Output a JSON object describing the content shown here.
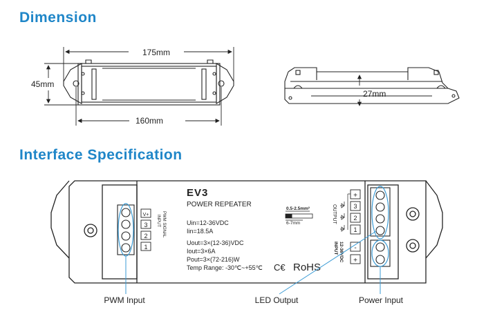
{
  "headings": {
    "dimension": "Dimension",
    "interface": "Interface Specification"
  },
  "dimensions": {
    "total_length": "175mm",
    "mount_length": "160mm",
    "width": "45mm",
    "height": "27mm"
  },
  "device": {
    "model": "EV3",
    "type": "POWER REPEATER",
    "specs": [
      "Uin=12-36VDC",
      "Iin=18.5A",
      "Uout=3×(12-36)VDC",
      "Iout=3×6A",
      "Pout=3×(72-216)W",
      "Temp Range: -30℃~+55℃"
    ],
    "certs": {
      "ce": "C€",
      "rohs": "RoHS"
    }
  },
  "wire": {
    "gauge": "0.5-2.5mm²",
    "strip": "6-7mm"
  },
  "pwm_block": {
    "title_line1": "INPUT",
    "title_line2": "PWM SIGNAL",
    "pins": [
      "V+",
      "3",
      "2",
      "1"
    ]
  },
  "output_block": {
    "title": "OUTPUT",
    "pins": [
      "+",
      "3",
      "2",
      "1"
    ]
  },
  "input_block": {
    "title_line1": "INPUT",
    "title_line2": "12-36VDC",
    "pins": [
      "-",
      "+"
    ]
  },
  "callouts": {
    "pwm": "PWM Input",
    "led": "LED Output",
    "power": "Power Input"
  },
  "colors": {
    "heading": "#1f86c8",
    "callout": "#3a9bd5",
    "line": "#222222"
  }
}
